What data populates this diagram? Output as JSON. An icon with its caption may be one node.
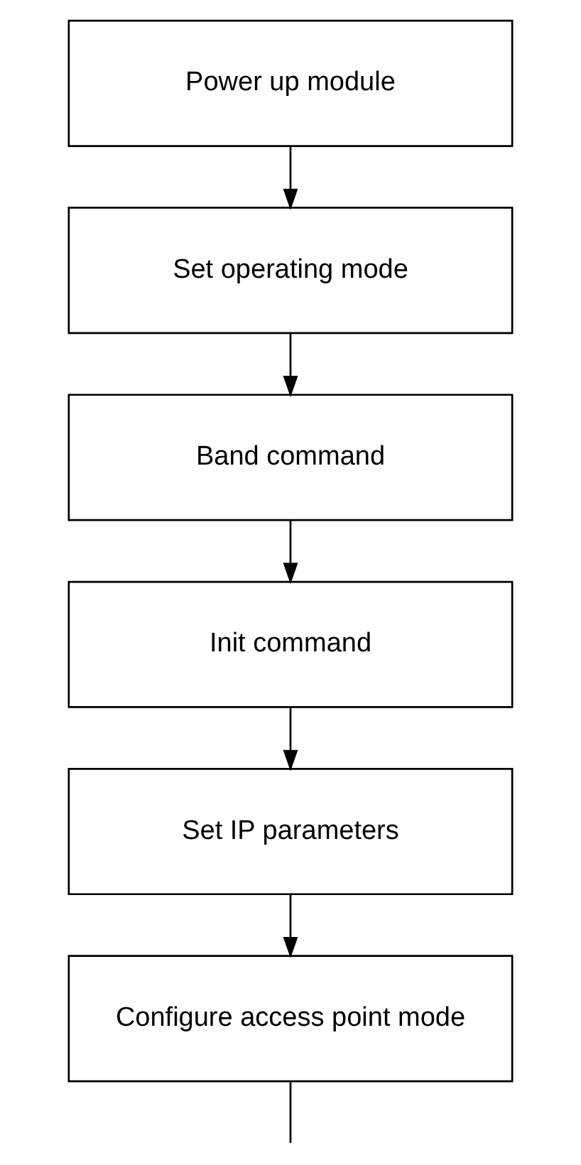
{
  "diagram": {
    "nodes": [
      {
        "text": [
          "Power up module"
        ]
      },
      {
        "text": [
          "Set operating mode"
        ]
      },
      {
        "text": [
          "Band command"
        ]
      },
      {
        "text": [
          "Init command"
        ]
      },
      {
        "text": [
          "Set IP parameters"
        ]
      },
      {
        "text": [
          "Configure access point mode"
        ]
      }
    ],
    "edges": [
      {
        "from": 0,
        "to": 1,
        "arrow": "to"
      },
      {
        "from": 1,
        "to": 2,
        "arrow": "to"
      },
      {
        "from": 2,
        "to": 3,
        "arrow": "to"
      },
      {
        "from": 3,
        "to": 4,
        "arrow": "to"
      },
      {
        "from": 4,
        "to": 5,
        "arrow": "to"
      },
      {
        "from": 5,
        "to": null,
        "arrow": "none"
      }
    ]
  }
}
